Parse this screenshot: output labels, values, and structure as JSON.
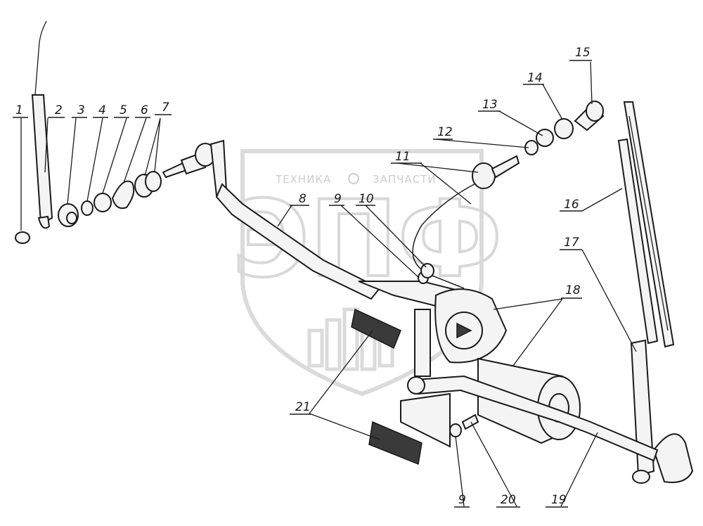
{
  "watermark": {
    "top_left": "ТЕХНИКА",
    "top_right": "ЗАПЧАСТИ",
    "logo_letters": "ЭПФ"
  },
  "callouts": [
    {
      "id": "c1",
      "label": "1"
    },
    {
      "id": "c2",
      "label": "2"
    },
    {
      "id": "c3",
      "label": "3"
    },
    {
      "id": "c4",
      "label": "4"
    },
    {
      "id": "c5",
      "label": "5"
    },
    {
      "id": "c6",
      "label": "6"
    },
    {
      "id": "c7",
      "label": "7"
    },
    {
      "id": "c8",
      "label": "8"
    },
    {
      "id": "c9a",
      "label": "9"
    },
    {
      "id": "c10",
      "label": "10"
    },
    {
      "id": "c11",
      "label": "11"
    },
    {
      "id": "c12",
      "label": "12"
    },
    {
      "id": "c13",
      "label": "13"
    },
    {
      "id": "c14",
      "label": "14"
    },
    {
      "id": "c15",
      "label": "15"
    },
    {
      "id": "c16",
      "label": "16"
    },
    {
      "id": "c17",
      "label": "17"
    },
    {
      "id": "c18",
      "label": "18"
    },
    {
      "id": "c19",
      "label": "19"
    },
    {
      "id": "c20",
      "label": "20"
    },
    {
      "id": "c21",
      "label": "21"
    },
    {
      "id": "c9b",
      "label": "9"
    }
  ]
}
